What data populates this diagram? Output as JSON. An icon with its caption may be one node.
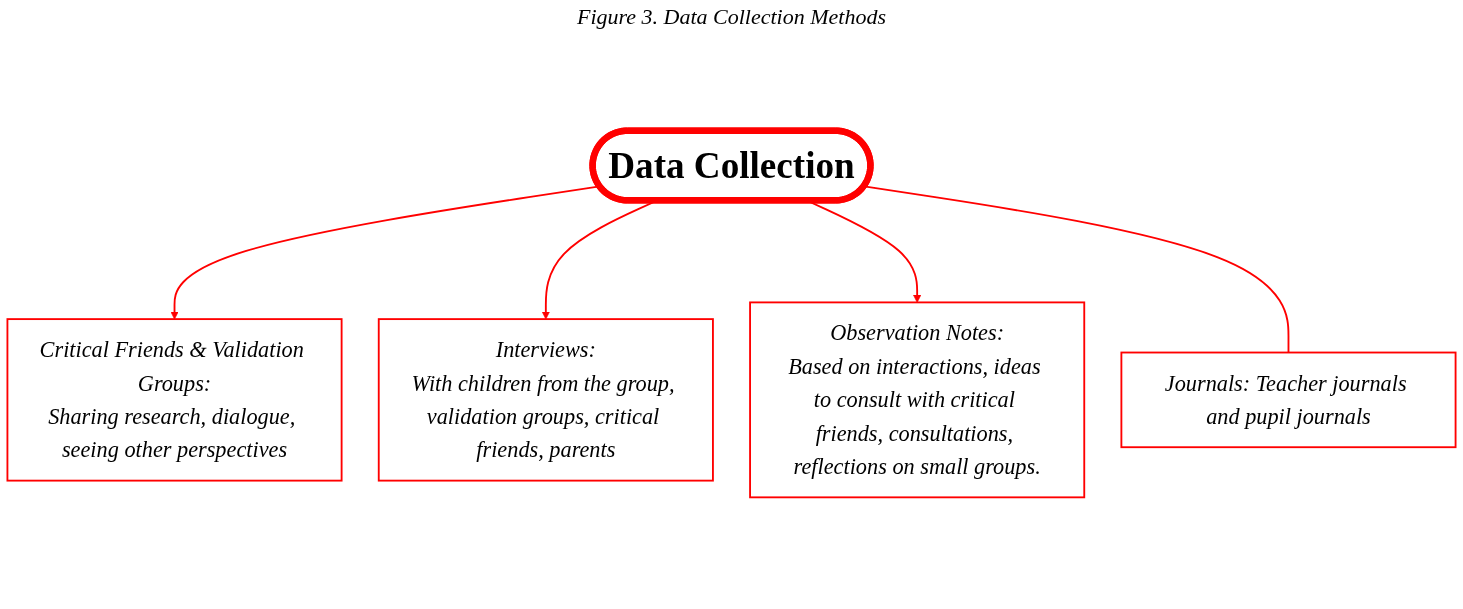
{
  "diagram": {
    "title": "Figure 3. Data Collection Methods",
    "nodes": [
      {
        "text": [
          "Critical Friends & Validation Groups:",
          "Sharing research, dialogue, seeing other perspectives"
        ]
      },
      {
        "text": [
          "Interviews:",
          "With children from the group, validation groups, critical friends, parents"
        ]
      },
      {
        "text": [
          "Data Collection"
        ]
      },
      {
        "text": [
          "Observation Notes:",
          "Based on interactions, ideas to consult with critical friends, consultations, reflections on small groups."
        ]
      },
      {
        "text": [
          "Journals: Teacher journals and pupil journals"
        ]
      }
    ],
    "edges": [
      {
        "from": 2,
        "to": 0,
        "arrow": "to"
      },
      {
        "from": 2,
        "to": 1,
        "arrow": "to"
      },
      {
        "from": 2,
        "to": 3,
        "arrow": "to"
      },
      {
        "from": 2,
        "to": 4,
        "arrow": "none"
      }
    ]
  }
}
